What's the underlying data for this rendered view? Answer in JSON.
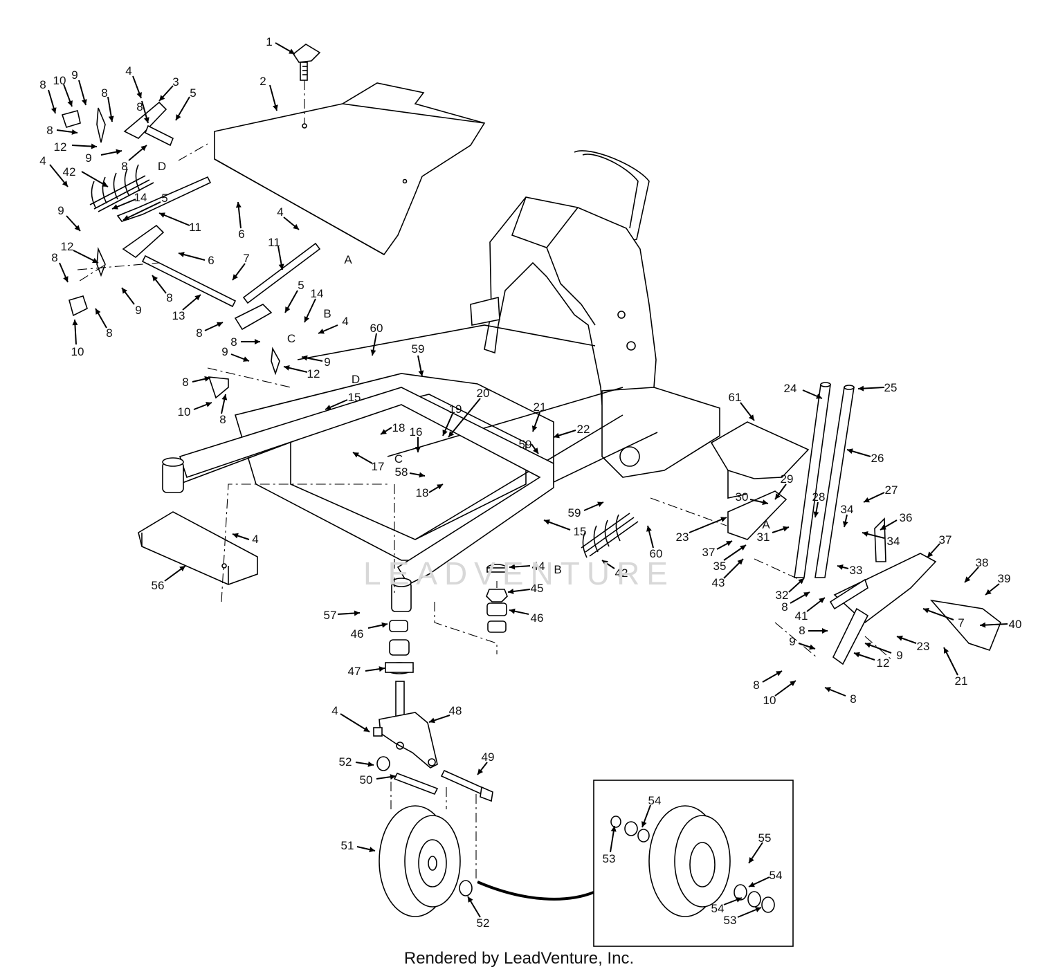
{
  "footer": "Rendered by LeadVenture, Inc.",
  "watermark": "LEADVENTURE",
  "callouts": [
    {
      "t": "1"
    },
    {
      "t": "2"
    },
    {
      "t": "3"
    },
    {
      "t": "4"
    },
    {
      "t": "5"
    },
    {
      "t": "8"
    },
    {
      "t": "10"
    },
    {
      "t": "9"
    },
    {
      "t": "8"
    },
    {
      "t": "8"
    },
    {
      "t": "8"
    },
    {
      "t": "12"
    },
    {
      "t": "9"
    },
    {
      "t": "8"
    },
    {
      "t": "42"
    },
    {
      "t": "D"
    },
    {
      "t": "4"
    },
    {
      "t": "14"
    },
    {
      "t": "5"
    },
    {
      "t": "6"
    },
    {
      "t": "9"
    },
    {
      "t": "11"
    },
    {
      "t": "4"
    },
    {
      "t": "11"
    },
    {
      "t": "A"
    },
    {
      "t": "6"
    },
    {
      "t": "12"
    },
    {
      "t": "8"
    },
    {
      "t": "7"
    },
    {
      "t": "8"
    },
    {
      "t": "9"
    },
    {
      "t": "13"
    },
    {
      "t": "5"
    },
    {
      "t": "14"
    },
    {
      "t": "B"
    },
    {
      "t": "4"
    },
    {
      "t": "C"
    },
    {
      "t": "8"
    },
    {
      "t": "10"
    },
    {
      "t": "8"
    },
    {
      "t": "8"
    },
    {
      "t": "9"
    },
    {
      "t": "9"
    },
    {
      "t": "12"
    },
    {
      "t": "8"
    },
    {
      "t": "10"
    },
    {
      "t": "8"
    },
    {
      "t": "60"
    },
    {
      "t": "D"
    },
    {
      "t": "59"
    },
    {
      "t": "15"
    },
    {
      "t": "18"
    },
    {
      "t": "16"
    },
    {
      "t": "19"
    },
    {
      "t": "20"
    },
    {
      "t": "C"
    },
    {
      "t": "17"
    },
    {
      "t": "58"
    },
    {
      "t": "18"
    },
    {
      "t": "21"
    },
    {
      "t": "22"
    },
    {
      "t": "59"
    },
    {
      "t": "61"
    },
    {
      "t": "24"
    },
    {
      "t": "25"
    },
    {
      "t": "26"
    },
    {
      "t": "27"
    },
    {
      "t": "29"
    },
    {
      "t": "30"
    },
    {
      "t": "28"
    },
    {
      "t": "34"
    },
    {
      "t": "36"
    },
    {
      "t": "A"
    },
    {
      "t": "23"
    },
    {
      "t": "37"
    },
    {
      "t": "35"
    },
    {
      "t": "31"
    },
    {
      "t": "34"
    },
    {
      "t": "33"
    },
    {
      "t": "37"
    },
    {
      "t": "43"
    },
    {
      "t": "32"
    },
    {
      "t": "38"
    },
    {
      "t": "39"
    },
    {
      "t": "8"
    },
    {
      "t": "41"
    },
    {
      "t": "7"
    },
    {
      "t": "40"
    },
    {
      "t": "8"
    },
    {
      "t": "23"
    },
    {
      "t": "9"
    },
    {
      "t": "9"
    },
    {
      "t": "12"
    },
    {
      "t": "21"
    },
    {
      "t": "8"
    },
    {
      "t": "10"
    },
    {
      "t": "8"
    },
    {
      "t": "59"
    },
    {
      "t": "15"
    },
    {
      "t": "60"
    },
    {
      "t": "B"
    },
    {
      "t": "42"
    },
    {
      "t": "4"
    },
    {
      "t": "56"
    },
    {
      "t": "44"
    },
    {
      "t": "45"
    },
    {
      "t": "46"
    },
    {
      "t": "57"
    },
    {
      "t": "46"
    },
    {
      "t": "47"
    },
    {
      "t": "4"
    },
    {
      "t": "48"
    },
    {
      "t": "49"
    },
    {
      "t": "52"
    },
    {
      "t": "50"
    },
    {
      "t": "51"
    },
    {
      "t": "52"
    },
    {
      "t": "54"
    },
    {
      "t": "53"
    },
    {
      "t": "55"
    },
    {
      "t": "54"
    },
    {
      "t": "54"
    },
    {
      "t": "53"
    }
  ]
}
